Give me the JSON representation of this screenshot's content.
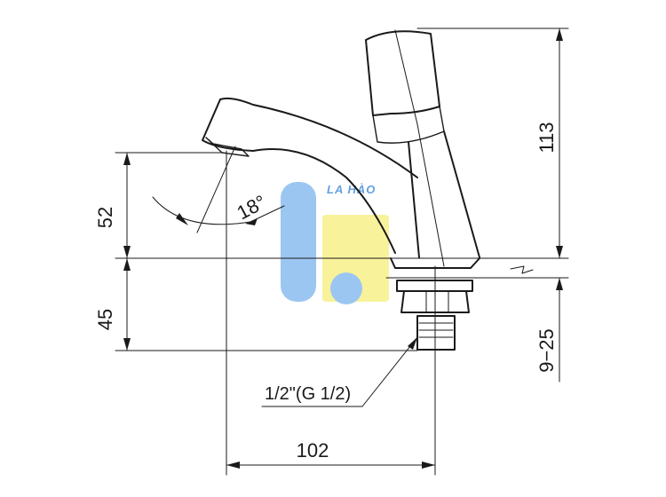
{
  "dimensions": {
    "overall_height": "113",
    "spout_height": "52",
    "base_height": "45",
    "clamp_range": "9−25",
    "reach": "102",
    "spout_angle": "18°"
  },
  "thread": {
    "label": "1/2\"(G 1/2)"
  },
  "watermark": {
    "text": "LA HÀO",
    "colors": {
      "blue": "#8bbdf0",
      "yellow": "#f7f08a",
      "text": "#4a90d9"
    }
  }
}
